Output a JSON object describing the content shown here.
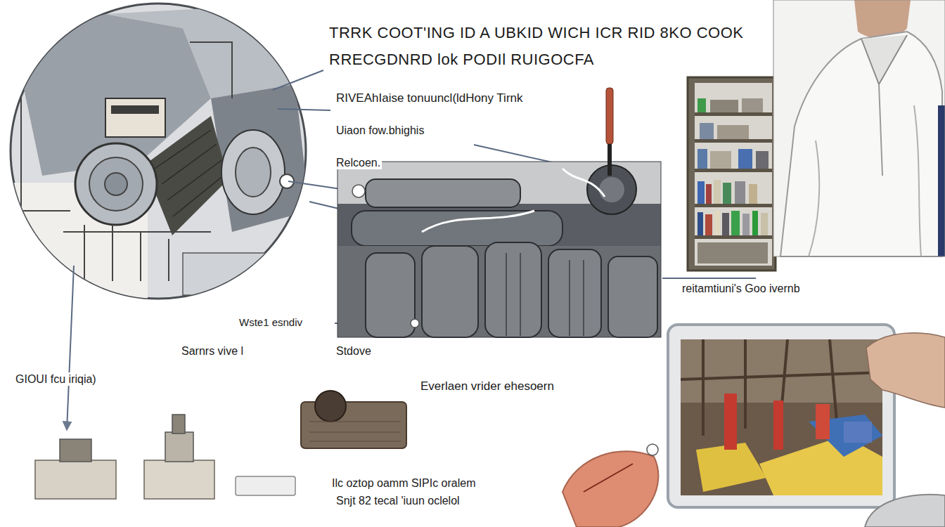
{
  "diagram": {
    "title": "TRRK COOT'ING ID A UBKID WICH ICR RID 8KO COOK RRECGDNRD lok PODIl RUIGOCFA",
    "labels": [
      "RIVEAhIaise tonuuncl(ldHony Tirnk",
      "Uiaon fow.bhighis",
      "Relcoen.",
      "reitamtiuni's Goo ivernb",
      "Wste1 esndiv",
      "Sarnrs vive l",
      "Stdove",
      "GIOUI fcu iriqia)",
      "Everlaen vrider ehesoern",
      "Ilc oztop oamm SIPIc oralem",
      "Snjt 82 tecal 'iuun oclelol"
    ]
  }
}
